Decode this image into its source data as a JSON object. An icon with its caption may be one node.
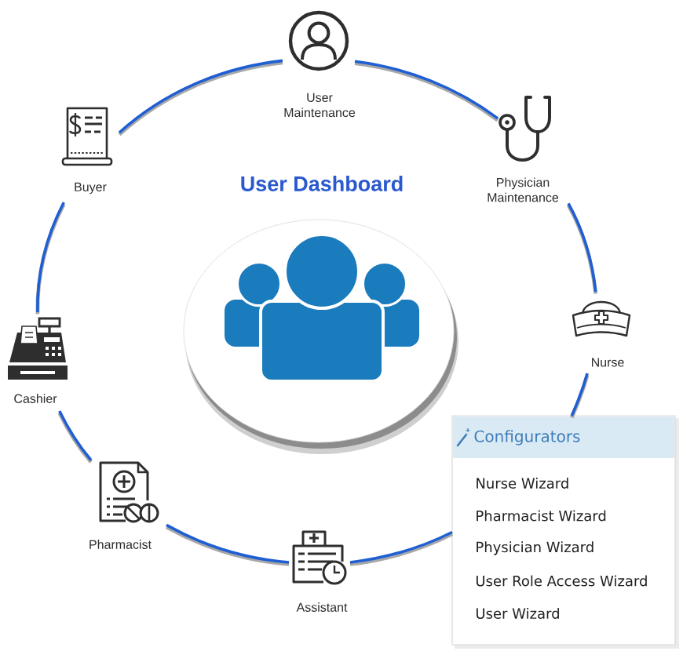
{
  "diagram": {
    "nodes": [
      {
        "text": [],
        "shape": "picture",
        "beside": [
          "User Maintenance"
        ]
      },
      {
        "text": [],
        "shape": "picture",
        "beside": [
          "Buyer"
        ]
      },
      {
        "text": [],
        "shape": "picture",
        "beside": [
          "Physician Maintenance"
        ]
      },
      {
        "text": [
          "User Dashboard"
        ]
      },
      {
        "text": [],
        "shape": "picture",
        "beside": [
          "Cashier"
        ]
      },
      {
        "text": [],
        "shape": "picture",
        "beside": [
          "Nurse"
        ]
      },
      {
        "text": [
          "Configurators",
          "Nurse Wizard",
          "Pharmacist Wizard",
          "Physician Wizard",
          "User Role Access Wizard",
          "User Wizard"
        ]
      },
      {
        "text": [],
        "shape": "picture",
        "beside": [
          "Pharmacist"
        ]
      },
      {
        "text": [],
        "shape": "picture",
        "beside": [
          "Assistant"
        ]
      }
    ],
    "edges": [
      {
        "from": 0,
        "to": 2,
        "arrow": "none"
      },
      {
        "from": 2,
        "to": 5,
        "arrow": "none"
      },
      {
        "from": 5,
        "to": 6,
        "arrow": "none"
      },
      {
        "from": 6,
        "to": 8,
        "arrow": "none"
      },
      {
        "from": 8,
        "to": 7,
        "arrow": "none"
      },
      {
        "from": 7,
        "to": 4,
        "arrow": "none"
      },
      {
        "from": 4,
        "to": 1,
        "arrow": "none"
      },
      {
        "from": 1,
        "to": 0,
        "arrow": "none"
      }
    ]
  }
}
